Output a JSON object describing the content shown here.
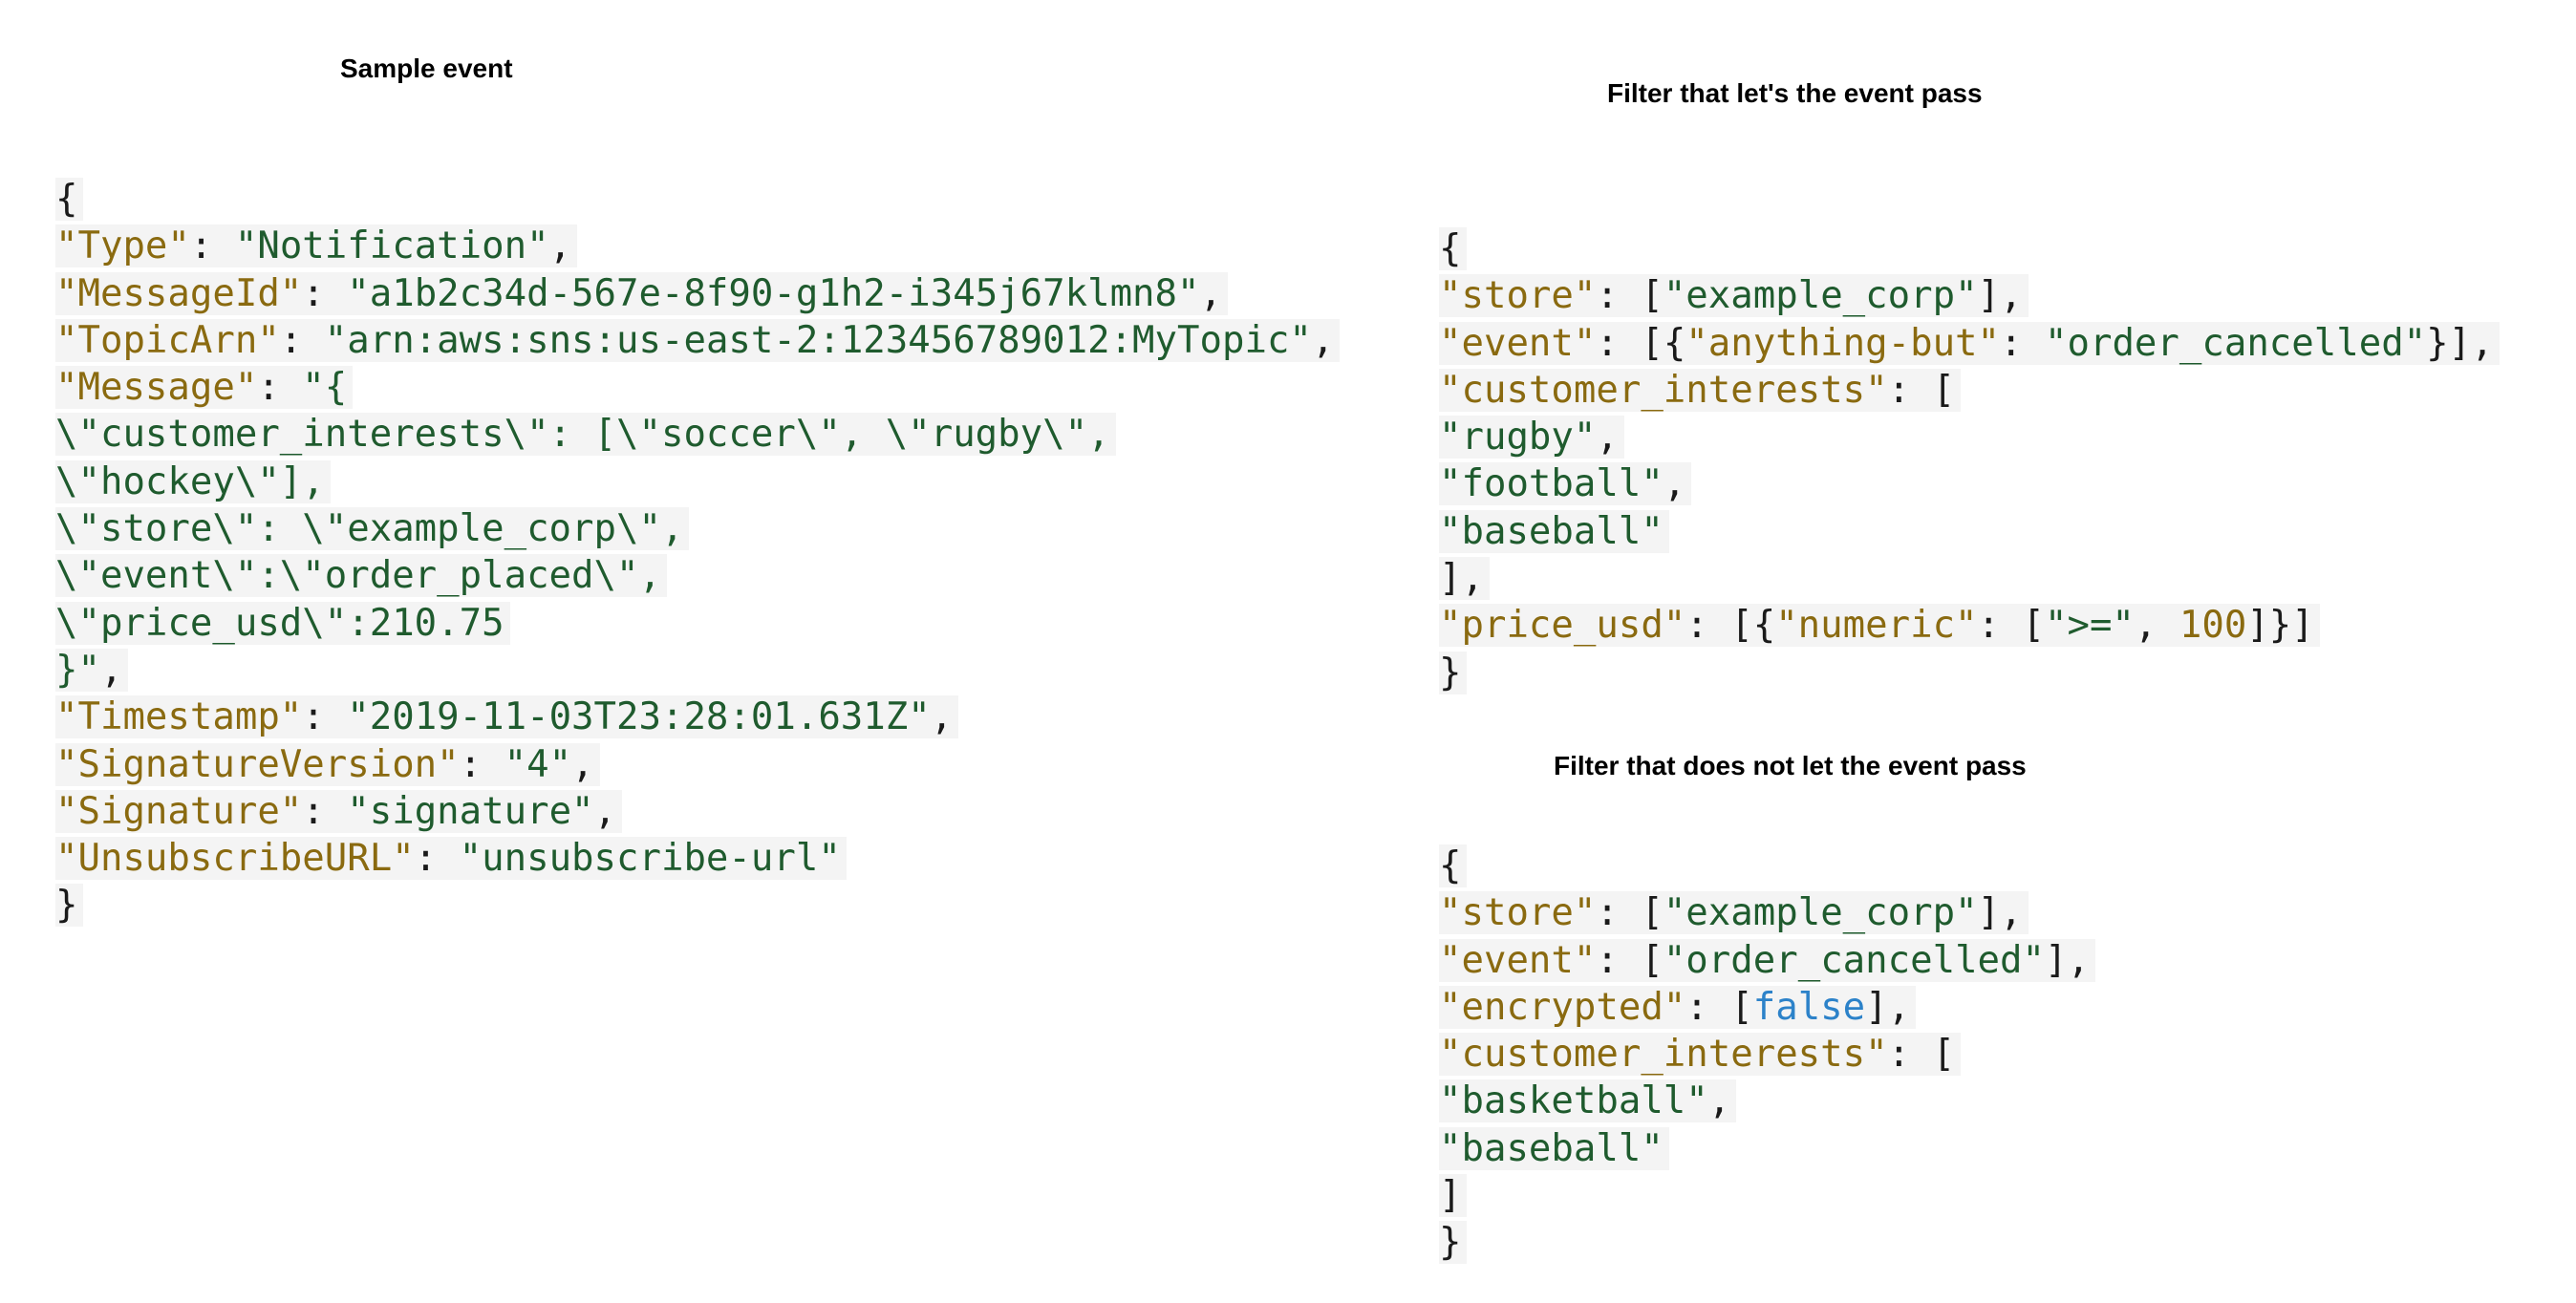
{
  "headings": {
    "sample": "Sample event",
    "pass": "Filter that let's the event pass",
    "no_pass": "Filter that does not let the event pass"
  },
  "colors": {
    "key": "#8a6a10",
    "string": "#1f5b2e",
    "punctuation": "#1a1a1a",
    "boolean": "#2c82c9",
    "code_bg": "#f4f4f4"
  },
  "sample_event": [
    [
      [
        "p",
        "{"
      ]
    ],
    [
      [
        "k",
        "\"Type\""
      ],
      [
        "p",
        ": "
      ],
      [
        "s",
        "\"Notification\""
      ],
      [
        "p",
        ","
      ]
    ],
    [
      [
        "k",
        "\"MessageId\""
      ],
      [
        "p",
        ": "
      ],
      [
        "s",
        "\"a1b2c34d-567e-8f90-g1h2-i345j67klmn8\""
      ],
      [
        "p",
        ","
      ]
    ],
    [
      [
        "k",
        "\"TopicArn\""
      ],
      [
        "p",
        ": "
      ],
      [
        "s",
        "\"arn:aws:sns:us-east-2:123456789012:MyTopic\""
      ],
      [
        "p",
        ","
      ]
    ],
    [
      [
        "k",
        "\"Message\""
      ],
      [
        "p",
        ": "
      ],
      [
        "s",
        "\"{"
      ]
    ],
    [
      [
        "s",
        "\\\"customer_interests\\\": [\\\"soccer\\\", \\\"rugby\\\","
      ]
    ],
    [
      [
        "s",
        "\\\"hockey\\\"],"
      ]
    ],
    [
      [
        "s",
        "\\\"store\\\": \\\"example_corp\\\","
      ]
    ],
    [
      [
        "s",
        "\\\"event\\\":\\\"order_placed\\\","
      ]
    ],
    [
      [
        "s",
        "\\\"price_usd\\\":210.75"
      ]
    ],
    [
      [
        "s",
        "}\""
      ],
      [
        "p",
        ","
      ]
    ],
    [
      [
        "k",
        "\"Timestamp\""
      ],
      [
        "p",
        ": "
      ],
      [
        "s",
        "\"2019-11-03T23:28:01.631Z\""
      ],
      [
        "p",
        ","
      ]
    ],
    [
      [
        "k",
        "\"SignatureVersion\""
      ],
      [
        "p",
        ": "
      ],
      [
        "s",
        "\"4\""
      ],
      [
        "p",
        ","
      ]
    ],
    [
      [
        "k",
        "\"Signature\""
      ],
      [
        "p",
        ": "
      ],
      [
        "s",
        "\"signature\""
      ],
      [
        "p",
        ","
      ]
    ],
    [
      [
        "k",
        "\"UnsubscribeURL\""
      ],
      [
        "p",
        ": "
      ],
      [
        "s",
        "\"unsubscribe-url\""
      ]
    ],
    [
      [
        "p",
        "}"
      ]
    ]
  ],
  "filter_pass": [
    [
      [
        "p",
        "{"
      ]
    ],
    [
      [
        "k",
        "\"store\""
      ],
      [
        "p",
        ": ["
      ],
      [
        "s",
        "\"example_corp\""
      ],
      [
        "p",
        "],"
      ]
    ],
    [
      [
        "k",
        "\"event\""
      ],
      [
        "p",
        ": [{"
      ],
      [
        "k",
        "\"anything-but\""
      ],
      [
        "p",
        ": "
      ],
      [
        "s",
        "\"order_cancelled\""
      ],
      [
        "p",
        "}],"
      ]
    ],
    [
      [
        "k",
        "\"customer_interests\""
      ],
      [
        "p",
        ": ["
      ]
    ],
    [
      [
        "s",
        "\"rugby\""
      ],
      [
        "p",
        ","
      ]
    ],
    [
      [
        "s",
        "\"football\""
      ],
      [
        "p",
        ","
      ]
    ],
    [
      [
        "s",
        "\"baseball\""
      ]
    ],
    [
      [
        "p",
        "],"
      ]
    ],
    [
      [
        "k",
        "\"price_usd\""
      ],
      [
        "p",
        ": [{"
      ],
      [
        "k",
        "\"numeric\""
      ],
      [
        "p",
        ": ["
      ],
      [
        "s",
        "\">=\""
      ],
      [
        "p",
        ", "
      ],
      [
        "n",
        "100"
      ],
      [
        "p",
        "]}]"
      ]
    ],
    [
      [
        "p",
        "}"
      ]
    ]
  ],
  "filter_no_pass": [
    [
      [
        "p",
        "{"
      ]
    ],
    [
      [
        "k",
        "\"store\""
      ],
      [
        "p",
        ": ["
      ],
      [
        "s",
        "\"example_corp\""
      ],
      [
        "p",
        "],"
      ]
    ],
    [
      [
        "k",
        "\"event\""
      ],
      [
        "p",
        ": ["
      ],
      [
        "s",
        "\"order_cancelled\""
      ],
      [
        "p",
        "],"
      ]
    ],
    [
      [
        "k",
        "\"encrypted\""
      ],
      [
        "p",
        ": ["
      ],
      [
        "b",
        "false"
      ],
      [
        "p",
        "],"
      ]
    ],
    [
      [
        "k",
        "\"customer_interests\""
      ],
      [
        "p",
        ": ["
      ]
    ],
    [
      [
        "s",
        "\"basketball\""
      ],
      [
        "p",
        ","
      ]
    ],
    [
      [
        "s",
        "\"baseball\""
      ]
    ],
    [
      [
        "p",
        "]"
      ]
    ],
    [
      [
        "p",
        "}"
      ]
    ]
  ]
}
